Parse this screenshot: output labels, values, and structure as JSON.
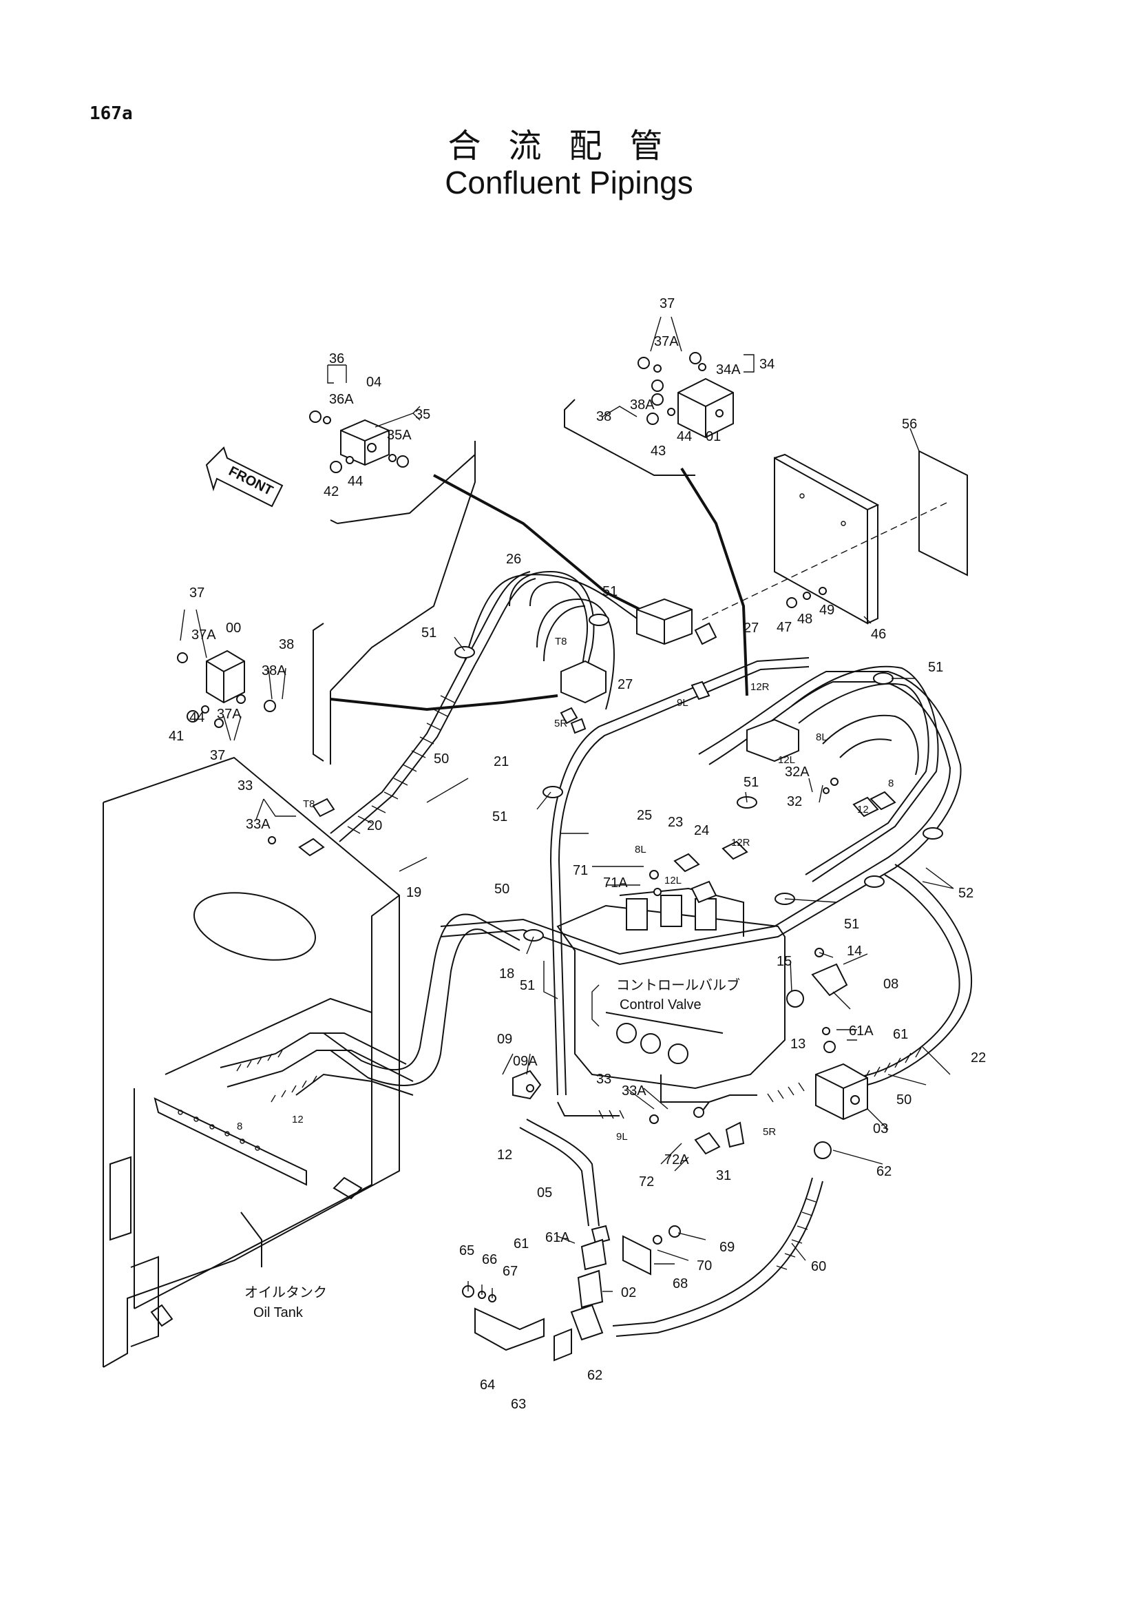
{
  "page_number": "167a",
  "title_jp": "合流配管",
  "title_en": "Confluent Pipings",
  "front_label": "FRONT",
  "control_valve_jp": "コントロールバルブ",
  "control_valve_en": "Control Valve",
  "oil_tank_jp": "オイルタンク",
  "oil_tank_en": "Oil Tank",
  "labels": {
    "l37_top": "37",
    "l37A_top": "37A",
    "l34A": "34A",
    "l34": "34",
    "l38A_top": "38A",
    "l38_top": "38",
    "l43": "43",
    "l44_top": "44",
    "l01": "01",
    "l36": "36",
    "l04": "04",
    "l36A": "36A",
    "l35": "35",
    "l35A": "35A",
    "l42": "42",
    "l44_a": "44",
    "l56": "56",
    "l26": "26",
    "l47": "47",
    "l48": "48",
    "l49": "49",
    "l46": "46",
    "l51_a": "51",
    "l51_b": "51",
    "l51_c": "51",
    "l51_d": "51",
    "l51_e": "51",
    "l51_f": "51",
    "l51_g": "51",
    "l27_a": "27",
    "l27_b": "27",
    "t8_a": "T8",
    "t8_b": "T8",
    "t5r_a": "5R",
    "t5r_b": "5R",
    "t12r_a": "12R",
    "t12r_b": "12R",
    "t9l_a": "9L",
    "t9l_b": "9L",
    "t8l_a": "8L",
    "t8l_b": "8L",
    "t12l_a": "12L",
    "t12l_b": "12L",
    "t8_c": "8",
    "t12_a": "12",
    "t8_d": "8",
    "t12_b": "12",
    "l37_left": "37",
    "l37A_left": "37A",
    "l00": "00",
    "l38_left": "38",
    "l38A_left": "38A",
    "l41": "41",
    "l44_b": "44",
    "l37A_b": "37A",
    "l37_b": "37",
    "l50_a": "50",
    "l50_b": "50",
    "l50_c": "50",
    "l20": "20",
    "l21": "21",
    "l33_a": "33",
    "l33A_a": "33A",
    "l32A": "32A",
    "l32": "32",
    "l25": "25",
    "l23": "23",
    "l24": "24",
    "l71": "71",
    "l71A": "71A",
    "l52": "52",
    "l19": "19",
    "l18": "18",
    "l14": "14",
    "l15": "15",
    "l08": "08",
    "l13": "13",
    "l61A_a": "61A",
    "l61_a": "61",
    "l22": "22",
    "l03": "03",
    "l09": "09",
    "l09A": "09A",
    "l33_b": "33",
    "l33A_b": "33A",
    "l12": "12",
    "l72A": "72A",
    "l72": "72",
    "l31": "31",
    "l62_a": "62",
    "l05": "05",
    "l61_b": "61",
    "l61A_b": "61A",
    "l69": "69",
    "l70": "70",
    "l68": "68",
    "l60": "60",
    "l65": "65",
    "l66": "66",
    "l67": "67",
    "l02": "02",
    "l64": "64",
    "l62_b": "62",
    "l63": "63"
  }
}
